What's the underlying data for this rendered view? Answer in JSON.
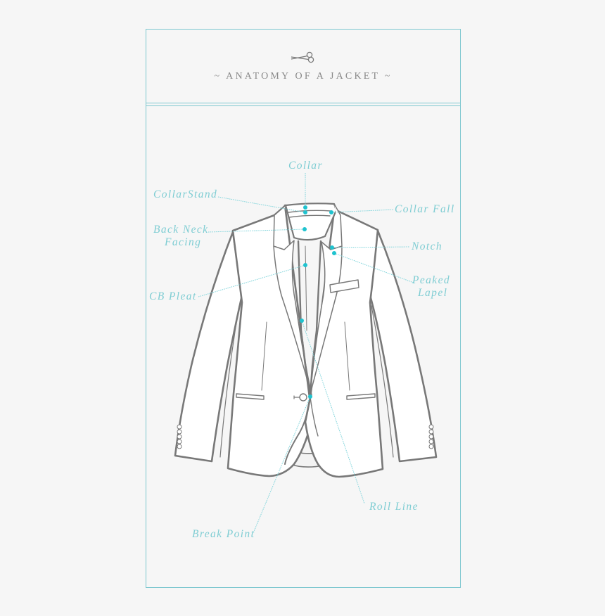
{
  "header": {
    "icon": "scissors-icon",
    "title": "~ ANATOMY OF A JACKET ~"
  },
  "labels": {
    "collar": "Collar",
    "collar_stand": "CollarStand",
    "back_neck_facing_1": "Back Neck",
    "back_neck_facing_2": "Facing",
    "cb_pleat": "CB Pleat",
    "collar_fall": "Collar Fall",
    "notch": "Notch",
    "peaked_lapel_1": "Peaked",
    "peaked_lapel_2": "Lapel",
    "roll_line": "Roll Line",
    "break_point": "Break Point"
  },
  "colors": {
    "accent": "#7cc7cf",
    "marker": "#1fc3cf",
    "outline": "#7a7a7a",
    "background": "#f6f6f6",
    "jacket_fill": "#ffffff",
    "title": "#8a8a8a"
  }
}
